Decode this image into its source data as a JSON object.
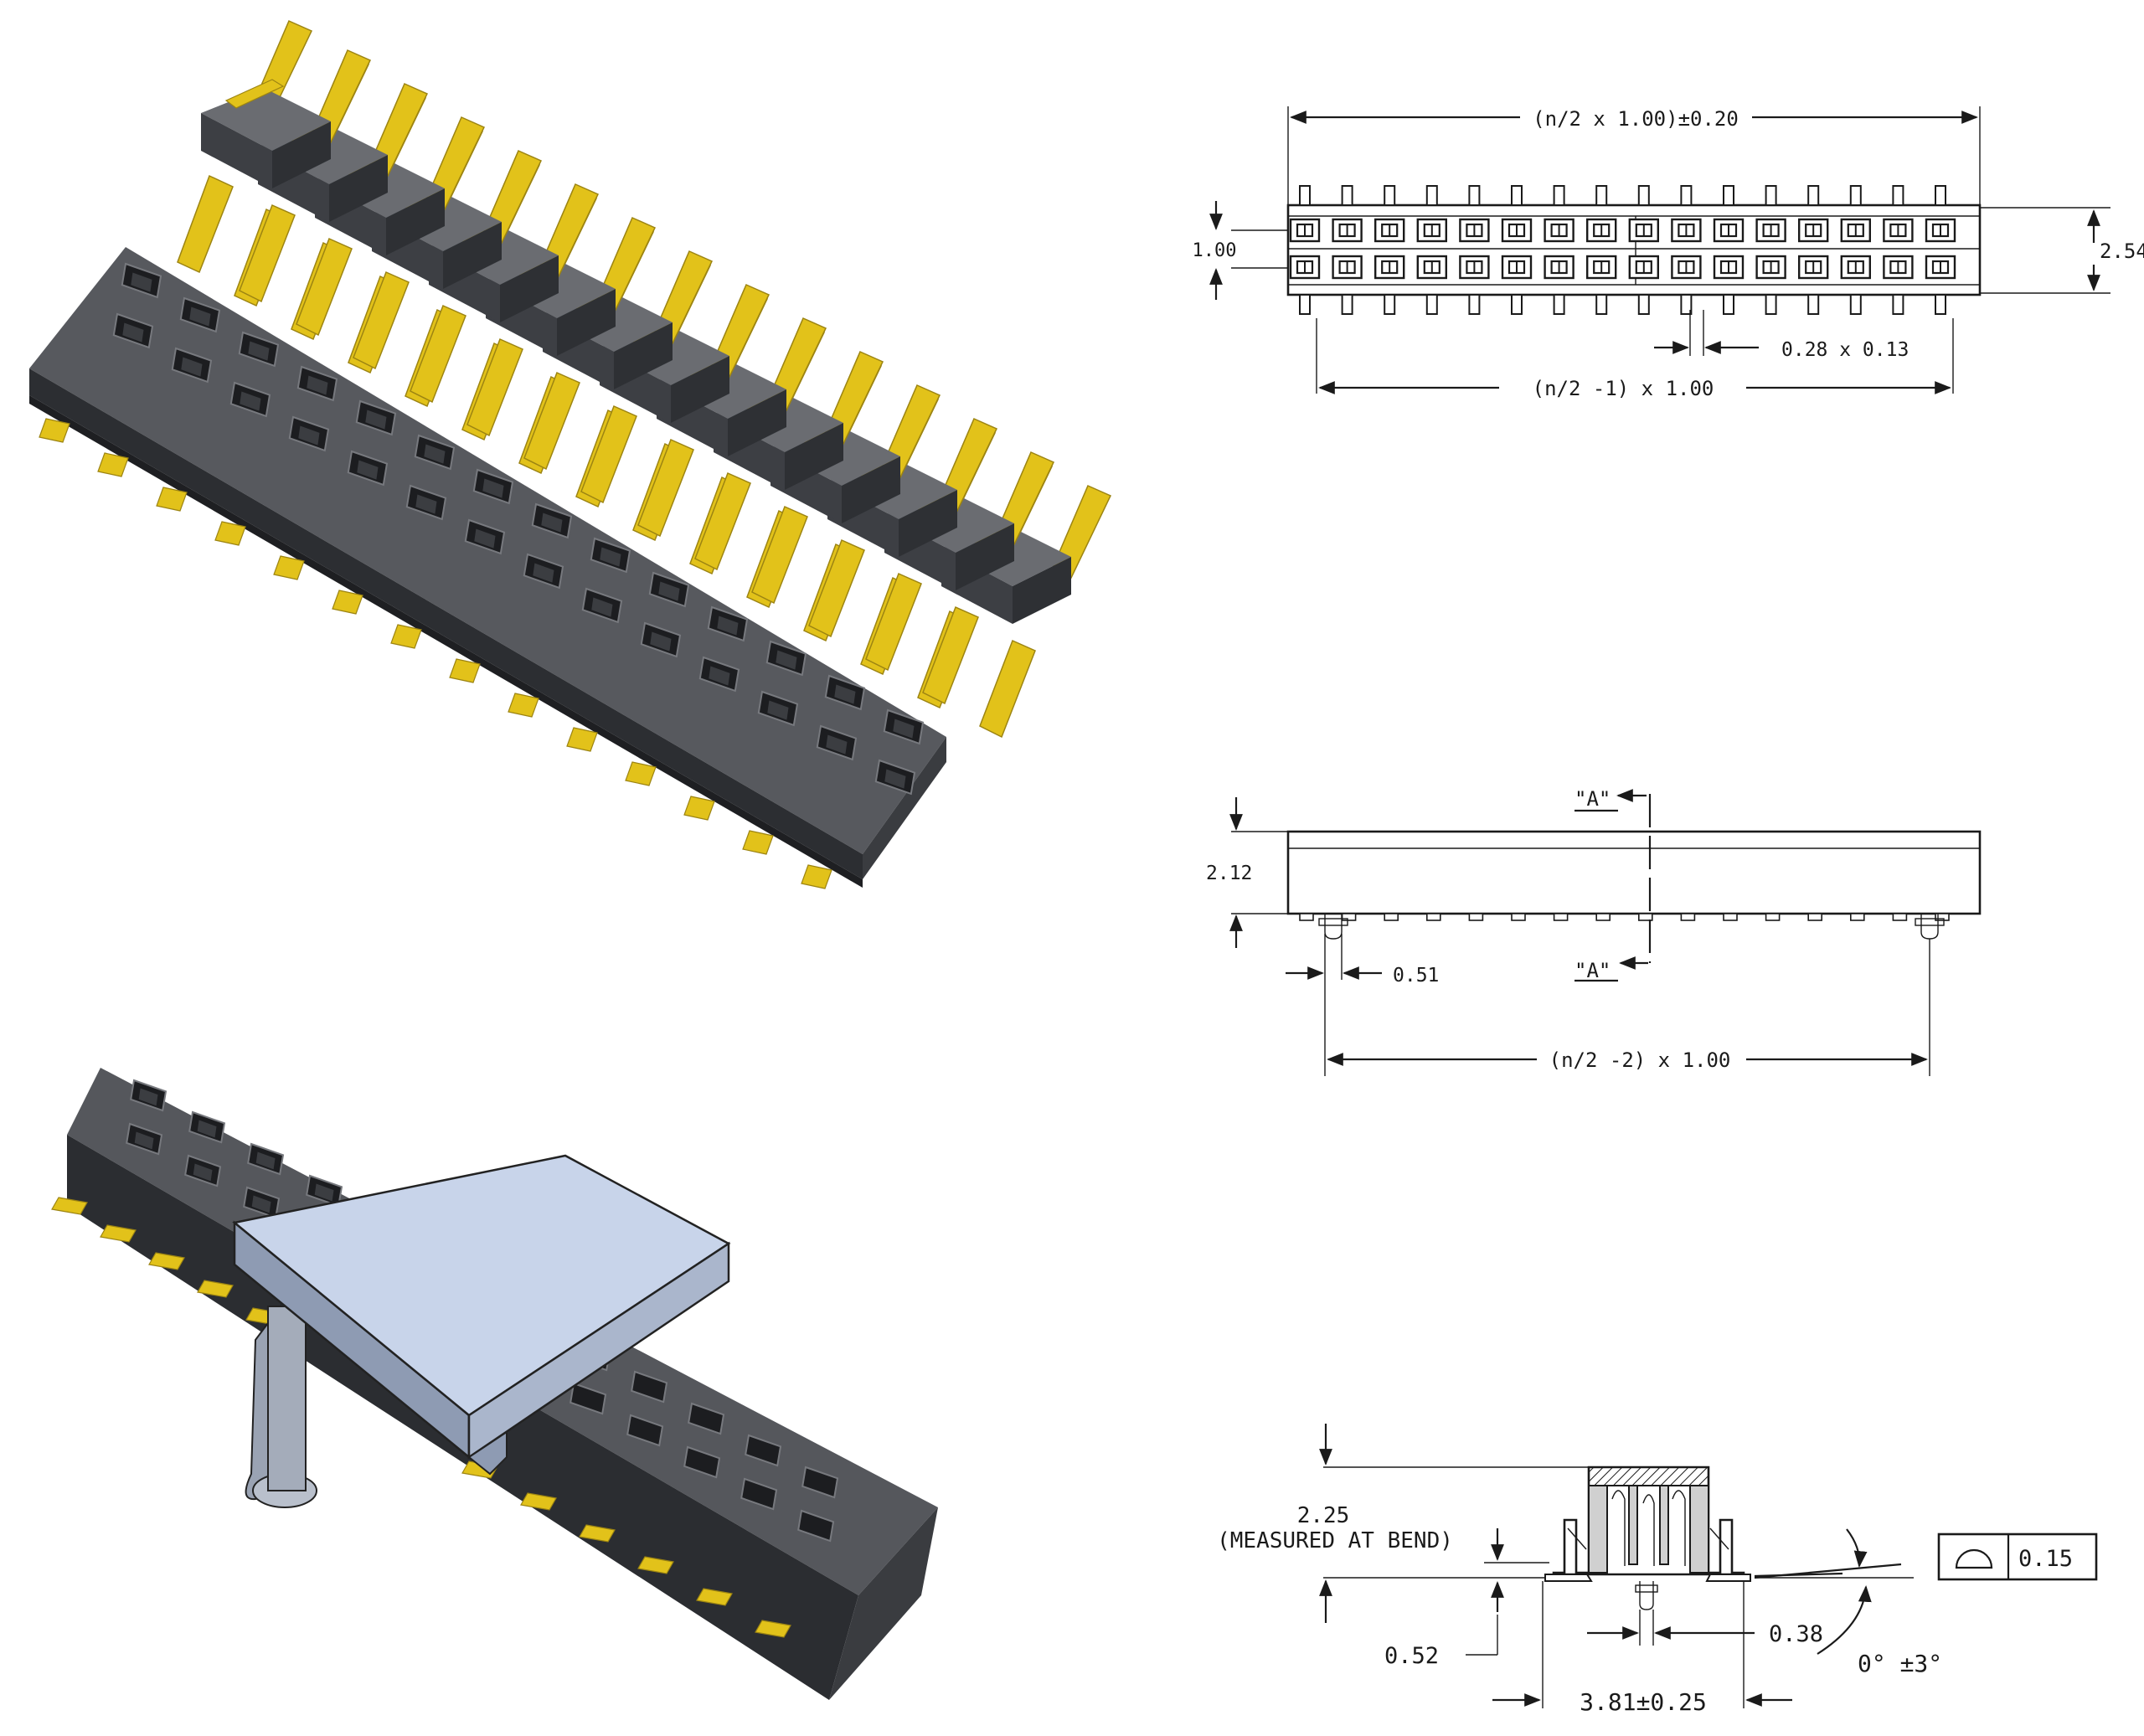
{
  "colors": {
    "housing": "#55575c",
    "housing_dark": "#2e3034",
    "housing_side": "#3d3f44",
    "pin_gold": "#e2c21a",
    "pin_gold_dark": "#9c8412",
    "cap_face": "#c8d4ea",
    "cap_side": "#8e9bb3",
    "line": "#1a1a1a"
  },
  "top_view": {
    "overall_length": "(n/2 x 1.00)±0.20",
    "pitch_label": "1.00",
    "height_label": "2.54",
    "pin_size": "0.28 x 0.13",
    "pin_span": "(n/2 -1) x 1.00",
    "contacts_per_row": 16
  },
  "side_view": {
    "height_label": "2.12",
    "section_mark_top": "\"A\"",
    "section_mark_bottom": "\"A\"",
    "post_width": "0.51",
    "post_span": "(n/2 -2) x 1.00"
  },
  "section_view": {
    "height_label": "2.25",
    "height_note": "(MEASURED AT BEND)",
    "foot_label": "0.52",
    "post_label": "0.38",
    "overall_label": "3.81±0.25",
    "angle_label": "0° ±3°",
    "flatness_label": "0.15"
  }
}
